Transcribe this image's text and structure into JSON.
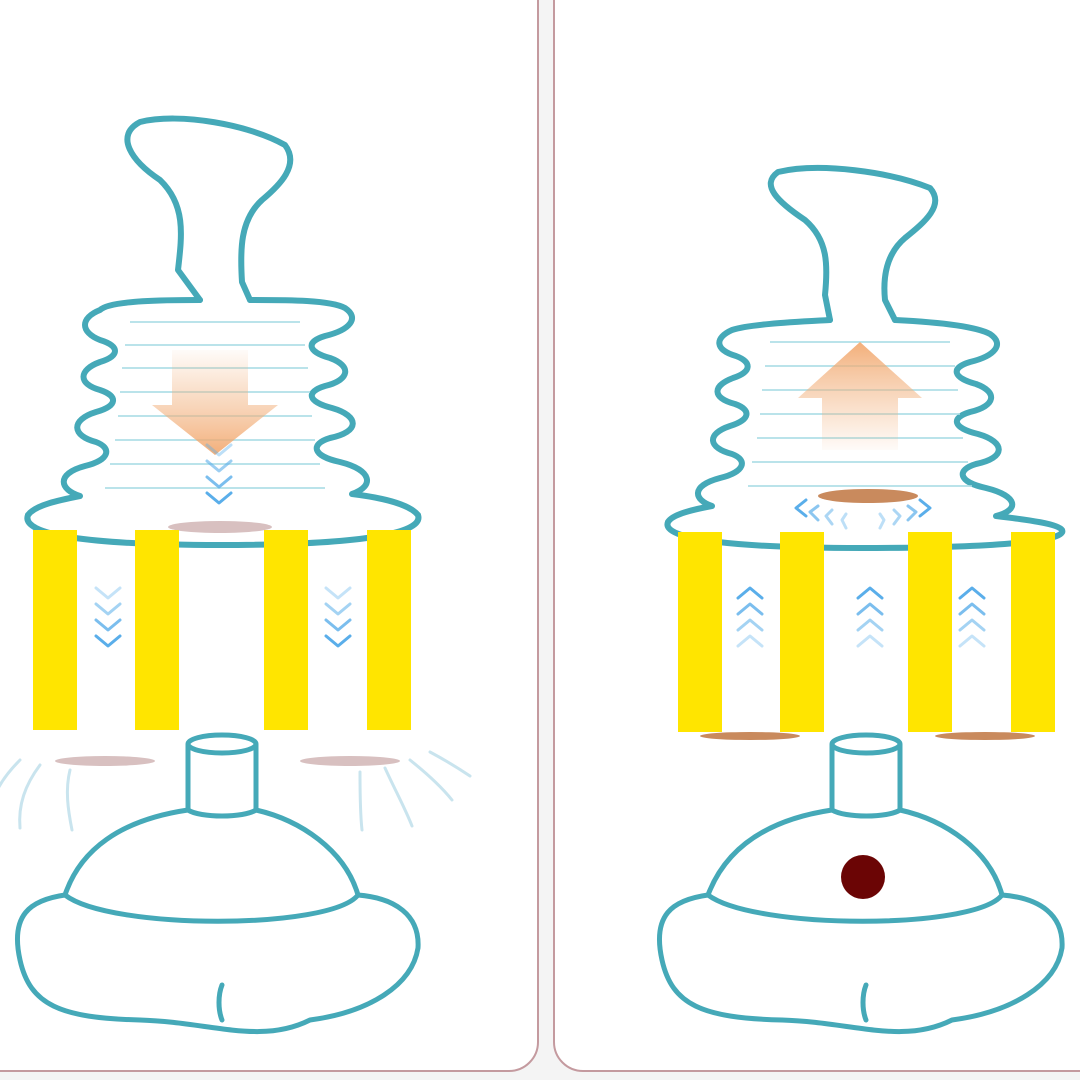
{
  "panels": [
    {
      "id": "left",
      "state": "compress",
      "arrow_direction": "down",
      "has_dot": false
    },
    {
      "id": "right",
      "state": "release",
      "arrow_direction": "up",
      "has_dot": true
    }
  ],
  "colors": {
    "outline": "#45a9b8",
    "bar": "#ffe500",
    "chevron": "#5aaeea",
    "flow_arrow": "#f2b27f",
    "disc_left": "#d8c0c0",
    "disc_right": "#c98a5d",
    "dot": "#6b0505",
    "border": "#c49a9f",
    "ring_line": "#a9dde5"
  },
  "icons": [
    "down-arrow-icon",
    "up-arrow-icon",
    "chevron-down-icon",
    "chevron-up-icon"
  ]
}
